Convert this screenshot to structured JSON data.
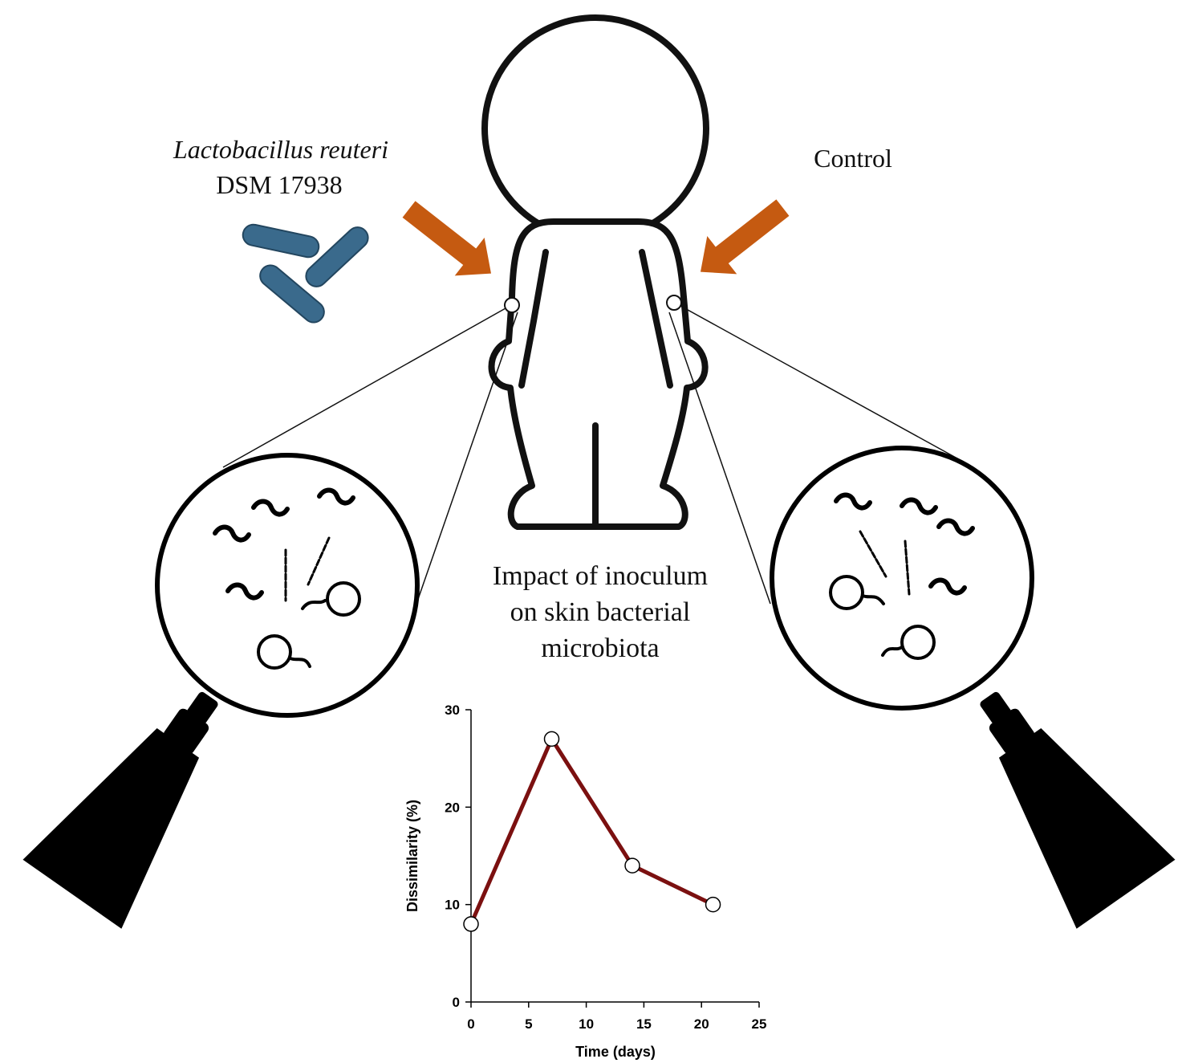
{
  "labels": {
    "treatment_species": "Lactobacillus reuteri",
    "treatment_strain": "DSM 17938",
    "control": "Control",
    "impact_line1": "Impact of inoculum",
    "impact_line2": "on skin bacterial",
    "impact_line3": "microbiota"
  },
  "colors": {
    "arrow": "#c55a11",
    "bacteria": "#3a6a8c",
    "line": "#7b1010",
    "outline": "#111111"
  },
  "chart_data": {
    "type": "line",
    "xlabel": "Time (days)",
    "ylabel": "Dissimilarity (%)",
    "xlim": [
      0,
      25
    ],
    "ylim": [
      0,
      30
    ],
    "xticks": [
      0,
      5,
      10,
      15,
      20,
      25
    ],
    "yticks": [
      0,
      10,
      20,
      30
    ],
    "grid": false,
    "series": [
      {
        "x": [
          0,
          7,
          14,
          21
        ],
        "y": [
          8,
          27,
          14,
          10
        ]
      }
    ]
  }
}
